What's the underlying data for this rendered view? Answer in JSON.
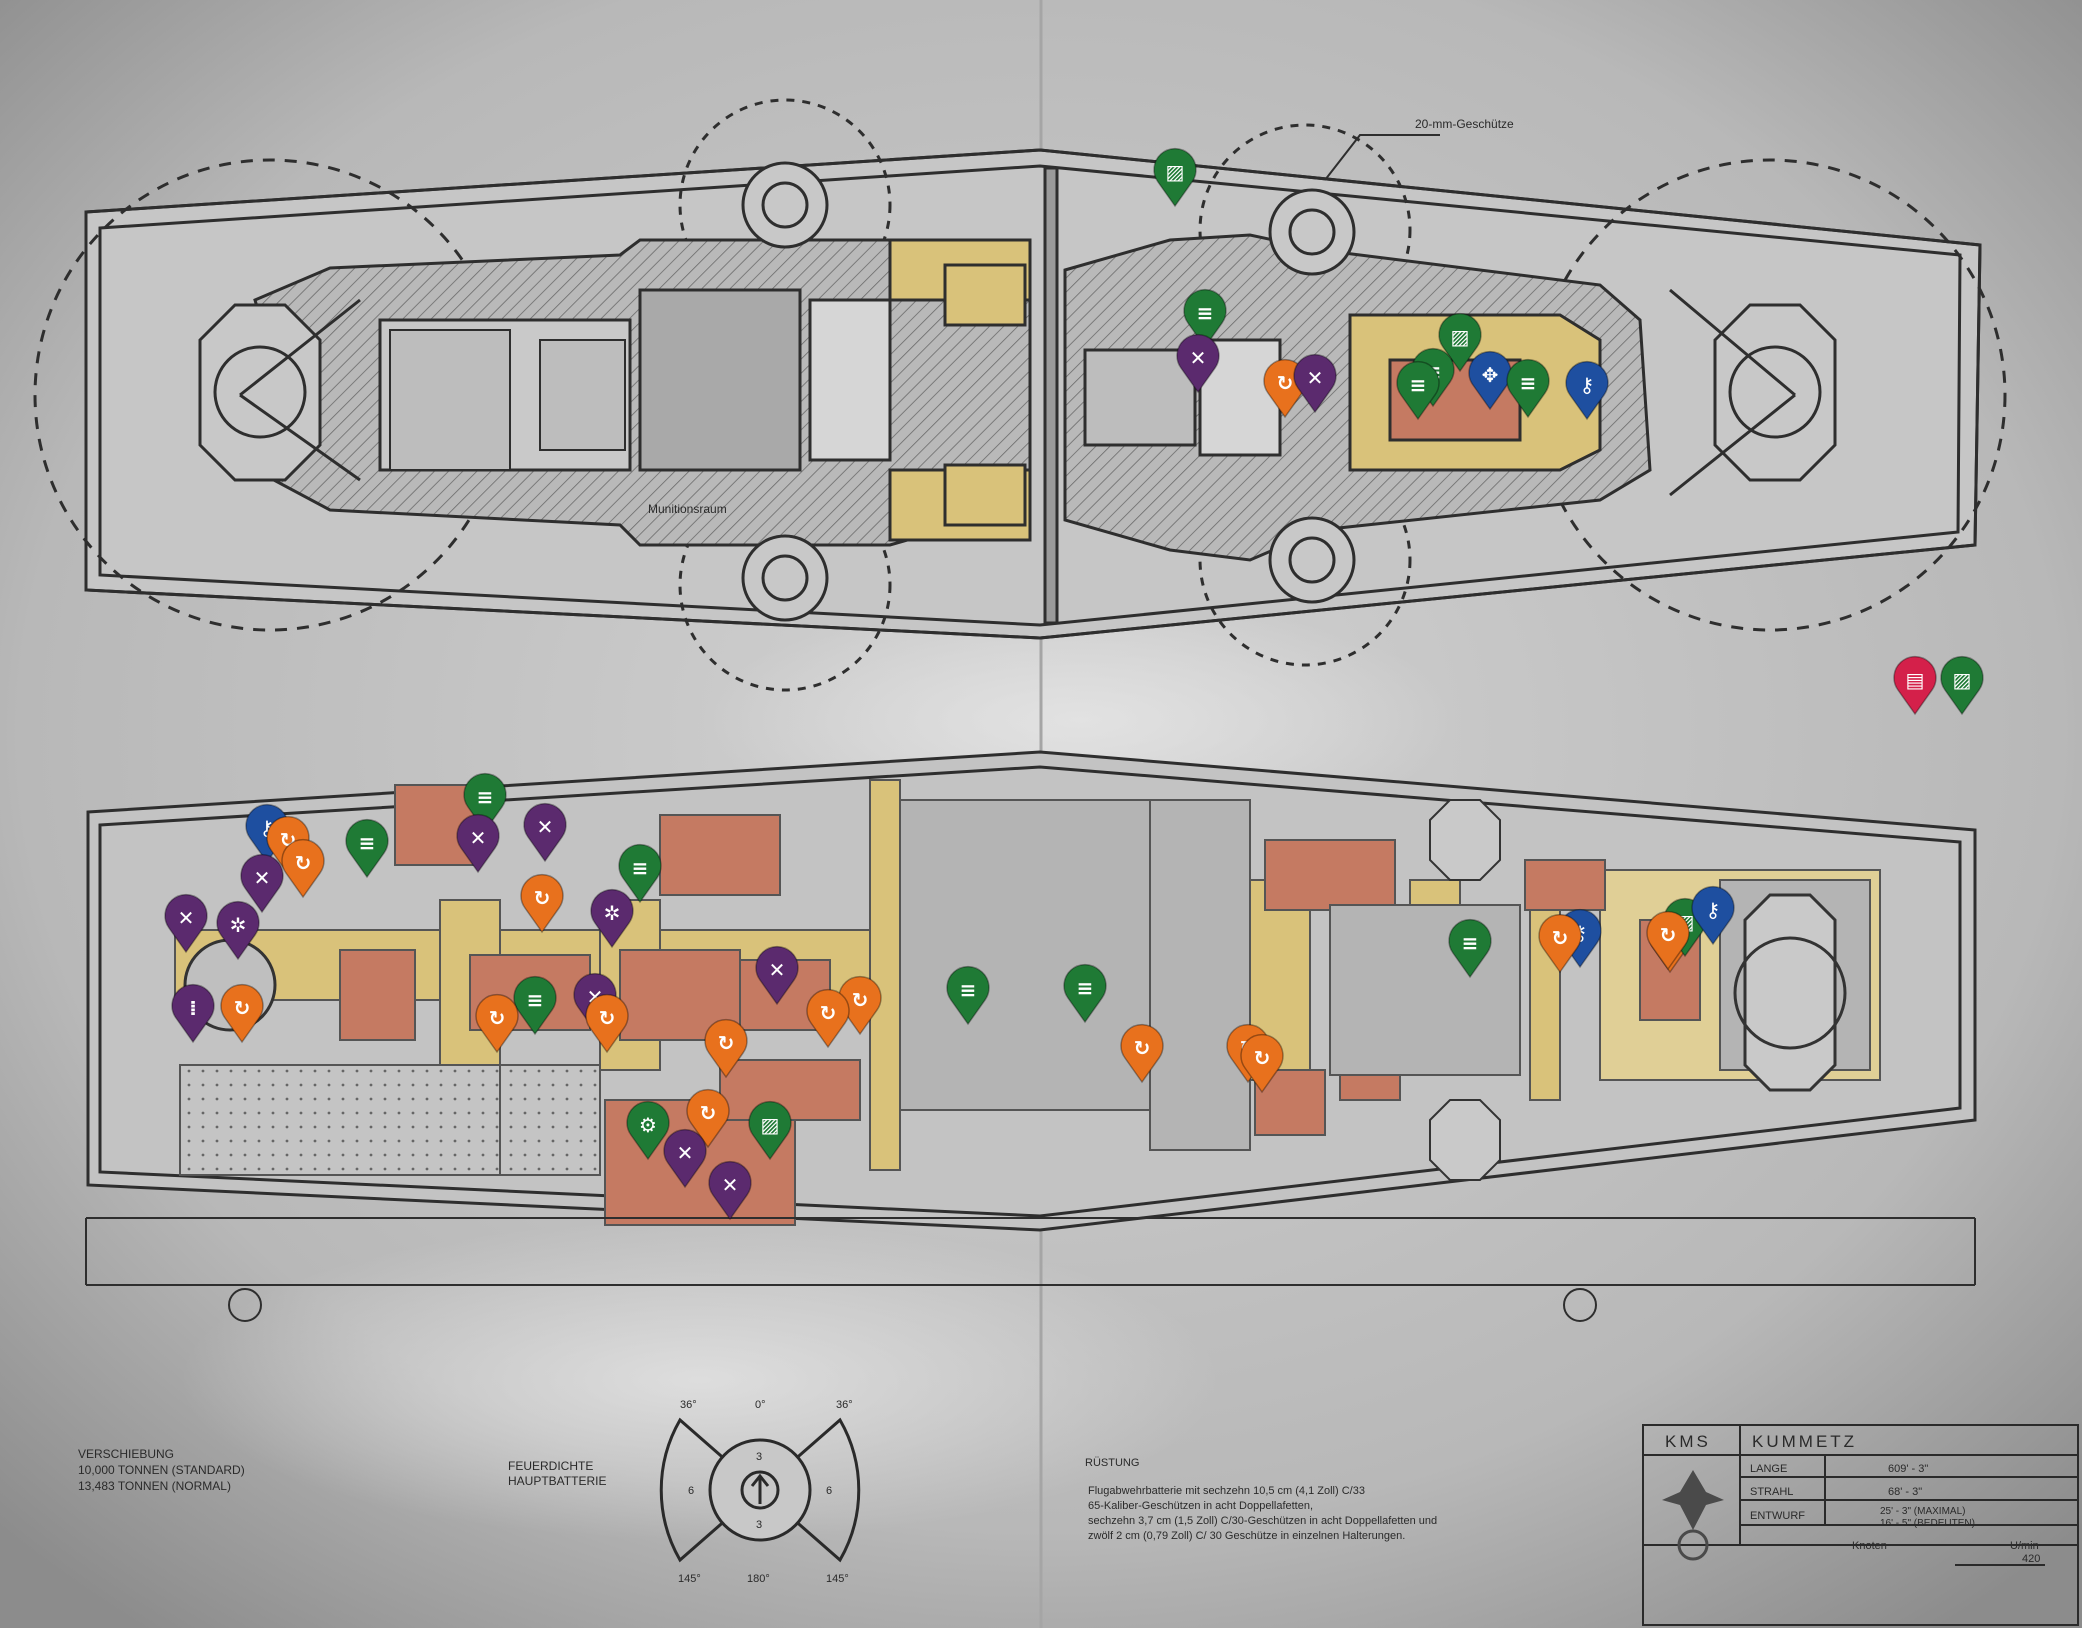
{
  "map": {
    "labels": {
      "gun_callout": "20-mm-Geschütze",
      "ammo_room": "Munitionsraum"
    },
    "displacement": {
      "heading": "VERSCHIEBUNG",
      "line1": "10,000 TONNEN (STANDARD)",
      "line2": "13,483 TONNEN (NORMAL)"
    },
    "battery": {
      "line1": "FEUERDICHTE",
      "line2": "HAUPTBATTERIE"
    },
    "compass": {
      "top_left": "36°",
      "top": "0°",
      "top_right": "36°",
      "left": "6",
      "right": "6",
      "ring_top": "3",
      "ring_bottom": "3",
      "bottom_left": "145°",
      "bottom": "180°",
      "bottom_right": "145°"
    },
    "armament": {
      "heading": "RÜSTUNG",
      "line1": "Flugabwehrbatterie mit sechzehn 10,5 cm (4,1 Zoll) C/33",
      "line2": "65-Kaliber-Geschützen in acht Doppellafetten,",
      "line3": "sechzehn 3,7 cm (1,5 Zoll) C/30-Geschützen in acht Doppellafetten und",
      "line4": "zwölf 2 cm (0,79 Zoll) C/ 30 Geschütze in einzelnen Halterungen."
    },
    "title_block": {
      "prefix": "KMS",
      "name": "KUMMETZ",
      "rows": [
        {
          "label": "LANGE",
          "value": "609' - 3\""
        },
        {
          "label": "STRAHL",
          "value": "68' - 3\""
        },
        {
          "label": "ENTWURF",
          "value": "25' - 3\" (MAXIMAL)"
        }
      ],
      "draft_second": "16' - 5\" (BEDEUTEN)",
      "speed_label": "Knoten",
      "rpm_label": "U/min",
      "rpm_value": "420"
    }
  },
  "colors": {
    "green": "#1f7a35",
    "purple": "#5b2a6e",
    "orange": "#e8711d",
    "blue": "#1e4fa0",
    "red": "#d4204a",
    "paper": "#c9c9c9",
    "room_yellow": "#d9c27a",
    "room_red": "#c57a62"
  },
  "markers": [
    {
      "icon": "image-icon",
      "color": "green"
    },
    {
      "icon": "document-icon",
      "color": "green"
    },
    {
      "icon": "crossed-tools-icon",
      "color": "purple"
    },
    {
      "icon": "swirl-icon",
      "color": "orange"
    },
    {
      "icon": "crossed-tools-icon",
      "color": "purple"
    },
    {
      "icon": "image-icon",
      "color": "green"
    },
    {
      "icon": "document-icon",
      "color": "green"
    },
    {
      "icon": "document-icon",
      "color": "green"
    },
    {
      "icon": "puzzle-icon",
      "color": "blue"
    },
    {
      "icon": "document-icon",
      "color": "green"
    },
    {
      "icon": "key-icon",
      "color": "blue"
    },
    {
      "icon": "book-icon",
      "color": "red"
    },
    {
      "icon": "image-icon",
      "color": "green"
    },
    {
      "icon": "key-icon",
      "color": "blue"
    },
    {
      "icon": "swirl-icon",
      "color": "orange"
    },
    {
      "icon": "swirl-icon",
      "color": "orange"
    },
    {
      "icon": "crossed-tools-icon",
      "color": "purple"
    },
    {
      "icon": "document-icon",
      "color": "green"
    },
    {
      "icon": "document-icon",
      "color": "green"
    },
    {
      "icon": "crossed-tools-icon",
      "color": "purple"
    },
    {
      "icon": "crossed-tools-icon",
      "color": "purple"
    },
    {
      "icon": "swirl-icon",
      "color": "orange"
    },
    {
      "icon": "gear-icon",
      "color": "purple"
    },
    {
      "icon": "document-icon",
      "color": "green"
    },
    {
      "icon": "crossed-tools-icon",
      "color": "purple"
    },
    {
      "icon": "gear-icon",
      "color": "purple"
    },
    {
      "icon": "ammo-icon",
      "color": "purple"
    },
    {
      "icon": "swirl-icon",
      "color": "orange"
    },
    {
      "icon": "document-icon",
      "color": "green"
    },
    {
      "icon": "crossed-tools-icon",
      "color": "purple"
    },
    {
      "icon": "swirl-icon",
      "color": "orange"
    },
    {
      "icon": "swirl-icon",
      "color": "orange"
    },
    {
      "icon": "crossed-tools-icon",
      "color": "purple"
    },
    {
      "icon": "swirl-icon",
      "color": "orange"
    },
    {
      "icon": "swirl-icon",
      "color": "orange"
    },
    {
      "icon": "swirl-icon",
      "color": "orange"
    },
    {
      "icon": "document-icon",
      "color": "green"
    },
    {
      "icon": "document-icon",
      "color": "green"
    },
    {
      "icon": "swirl-icon",
      "color": "orange"
    },
    {
      "icon": "swirl-icon",
      "color": "orange"
    },
    {
      "icon": "swirl-icon",
      "color": "orange"
    },
    {
      "icon": "settings-icon",
      "color": "green"
    },
    {
      "icon": "swirl-icon",
      "color": "orange"
    },
    {
      "icon": "crossed-tools-icon",
      "color": "purple"
    },
    {
      "icon": "crossed-tools-icon",
      "color": "purple"
    },
    {
      "icon": "image-icon",
      "color": "green"
    },
    {
      "icon": "document-icon",
      "color": "green"
    },
    {
      "icon": "key-icon",
      "color": "blue"
    },
    {
      "icon": "swirl-icon",
      "color": "orange"
    },
    {
      "icon": "swirl-icon",
      "color": "orange"
    },
    {
      "icon": "image-icon",
      "color": "green"
    },
    {
      "icon": "key-icon",
      "color": "blue"
    },
    {
      "icon": "swirl-icon",
      "color": "orange"
    }
  ]
}
